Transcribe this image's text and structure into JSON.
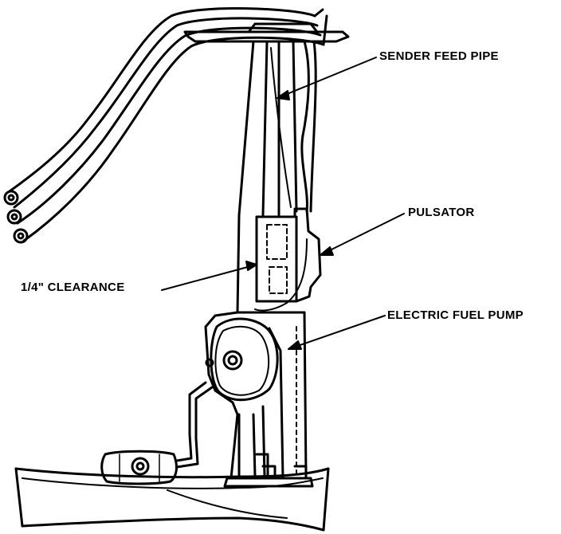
{
  "labels": {
    "sender_feed_pipe": "SENDER FEED PIPE",
    "pulsator": "PULSATOR",
    "clearance": "1/4\" CLEARANCE",
    "electric_fuel_pump": "ELECTRIC FUEL PUMP"
  },
  "colors": {
    "line": "#000000",
    "background": "#ffffff"
  }
}
